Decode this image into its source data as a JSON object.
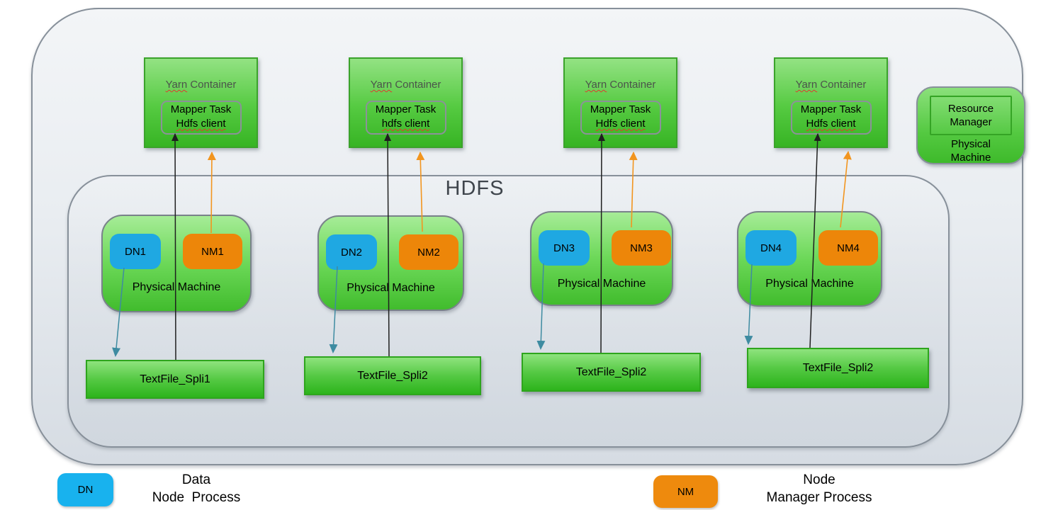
{
  "diagram_title": "HDFS",
  "colors": {
    "dn_blue": "#1fa8e2",
    "nm_orange": "#ed8609",
    "box_green_light": "#93e283",
    "box_green_dark": "#37b424",
    "teal_arrow": "#3e8ba1",
    "orange_arrow": "#f2951f",
    "black_arrow": "#1f1f1f",
    "legend_blue": "#18b2ee",
    "legend_orange": "#ee8a0d"
  },
  "yarn_containers": [
    {
      "title_word": "Yarn",
      "title_rest": "Container",
      "task_line1": "Mapper Task",
      "task_line2": "Hdfs client"
    },
    {
      "title_word": "Yarn",
      "title_rest": "Container",
      "task_line1": "Mapper Task",
      "task_line2": "hdfs client"
    },
    {
      "title_word": "Yarn",
      "title_rest": "Container",
      "task_line1": "Mapper Task",
      "task_line2": "Hdfs client"
    },
    {
      "title_word": "Yarn",
      "title_rest": "Container",
      "task_line1": "Mapper Task",
      "task_line2": "Hdfs client"
    }
  ],
  "resource_manager": {
    "label": "Resource Manager",
    "machine_label": "Physical Machine"
  },
  "machines": [
    {
      "dn": "DN1",
      "nm": "NM1",
      "label": "Physical Machine"
    },
    {
      "dn": "DN2",
      "nm": "NM2",
      "label": "Physical Machine"
    },
    {
      "dn": "DN3",
      "nm": "NM3",
      "label": "Physical Machine"
    },
    {
      "dn": "DN4",
      "nm": "NM4",
      "label": "Physical Machine"
    }
  ],
  "files": [
    {
      "label": "TextFile_Spli1"
    },
    {
      "label": "TextFile_Spli2"
    },
    {
      "label": "TextFile_Spli2"
    },
    {
      "label": "TextFile_Spli2"
    }
  ],
  "legend": {
    "dn_badge": "DN",
    "dn_line1": "Data",
    "dn_line2": "Node  Process",
    "nm_badge": "NM",
    "nm_line1": "Node",
    "nm_line2": "Manager Process"
  }
}
